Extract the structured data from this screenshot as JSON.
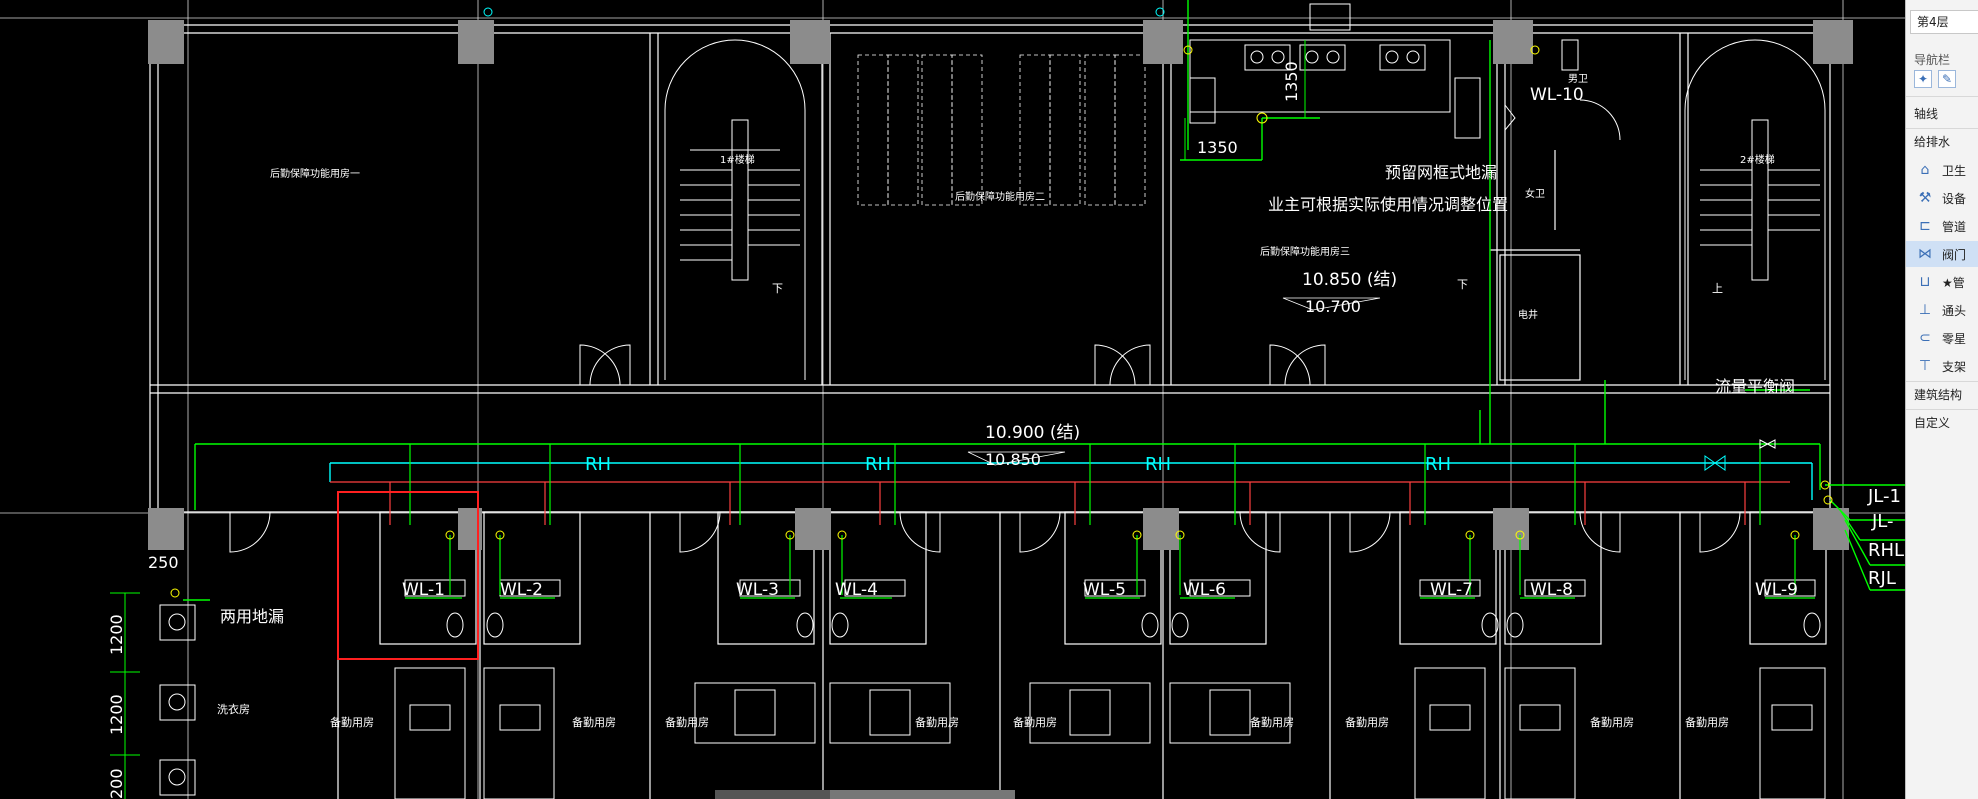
{
  "drawing": {
    "room_labels": {
      "reserve_room_1": "后勤保障功能用房一",
      "reserve_room_2": "后勤保障功能用房二",
      "reserve_room_3": "后勤保障功能用房三",
      "stair_1": "1#楼梯",
      "stair_2": "2#楼梯",
      "backup_rooms": [
        "备勤用房",
        "备勤用房",
        "备勤用房",
        "备勤用房",
        "备勤用房",
        "备勤用房",
        "备勤用房",
        "备勤用房",
        "备勤用房"
      ],
      "laundry": "洗衣房",
      "toilet_m": "男卫",
      "toilet_f": "女卫",
      "shaft": "电井"
    },
    "annotations": {
      "floor_drain_note": "预留网框式地漏",
      "position_note": "业主可根据实际使用情况调整位置",
      "elev_struct_1": "10.850 (结)",
      "elev_finish_1": "10.700",
      "elev_struct_2": "10.900 (结)",
      "elev_finish_2": "10.850",
      "dual_drain": "两用地漏",
      "flow_valve": "流量平衡阀",
      "down_mark_1": "下",
      "down_mark_2": "下",
      "up_mark": "上"
    },
    "dimensions": {
      "d1350_v": "1350",
      "d1350_h": "1350",
      "d250": "250",
      "d1200_a": "1200",
      "d1200_b": "1200",
      "d200": "200"
    },
    "pipes": {
      "rh_labels": [
        "RH",
        "RH",
        "RH",
        "RH"
      ],
      "wl_labels": [
        "WL-1",
        "WL-2",
        "WL-3",
        "WL-4",
        "WL-5",
        "WL-6",
        "WL-7",
        "WL-8",
        "WL-9",
        "WL-10"
      ],
      "riser_labels": [
        "JL-1",
        "JL-",
        "RHL",
        "RJL"
      ]
    },
    "colors": {
      "background": "#000000",
      "wall": "#ffffff",
      "column": "#8c8c8c",
      "water_supply": "#00ff00",
      "hot_return": "#00ffff",
      "hot_supply": "#ff4040",
      "selection": "#ff2020",
      "axis": "#ffffff"
    }
  },
  "panel": {
    "floor_select": "第4层",
    "nav_title": "导航栏",
    "tools": [
      "pin-icon",
      "edit-icon"
    ],
    "sections": {
      "axis": "轴线",
      "plumbing": "给排水",
      "structure": "建筑结构",
      "custom": "自定义"
    },
    "items": [
      {
        "label": "卫生",
        "icon": "sanitary-icon"
      },
      {
        "label": "设备",
        "icon": "equipment-icon"
      },
      {
        "label": "管道",
        "icon": "pipe-icon"
      },
      {
        "label": "阀门",
        "icon": "valve-icon",
        "active": true
      },
      {
        "label": "★管",
        "icon": "pipe-fitting-icon"
      },
      {
        "label": "通头",
        "icon": "tee-icon"
      },
      {
        "label": "零星",
        "icon": "misc-icon"
      },
      {
        "label": "支架",
        "icon": "support-icon"
      }
    ]
  }
}
